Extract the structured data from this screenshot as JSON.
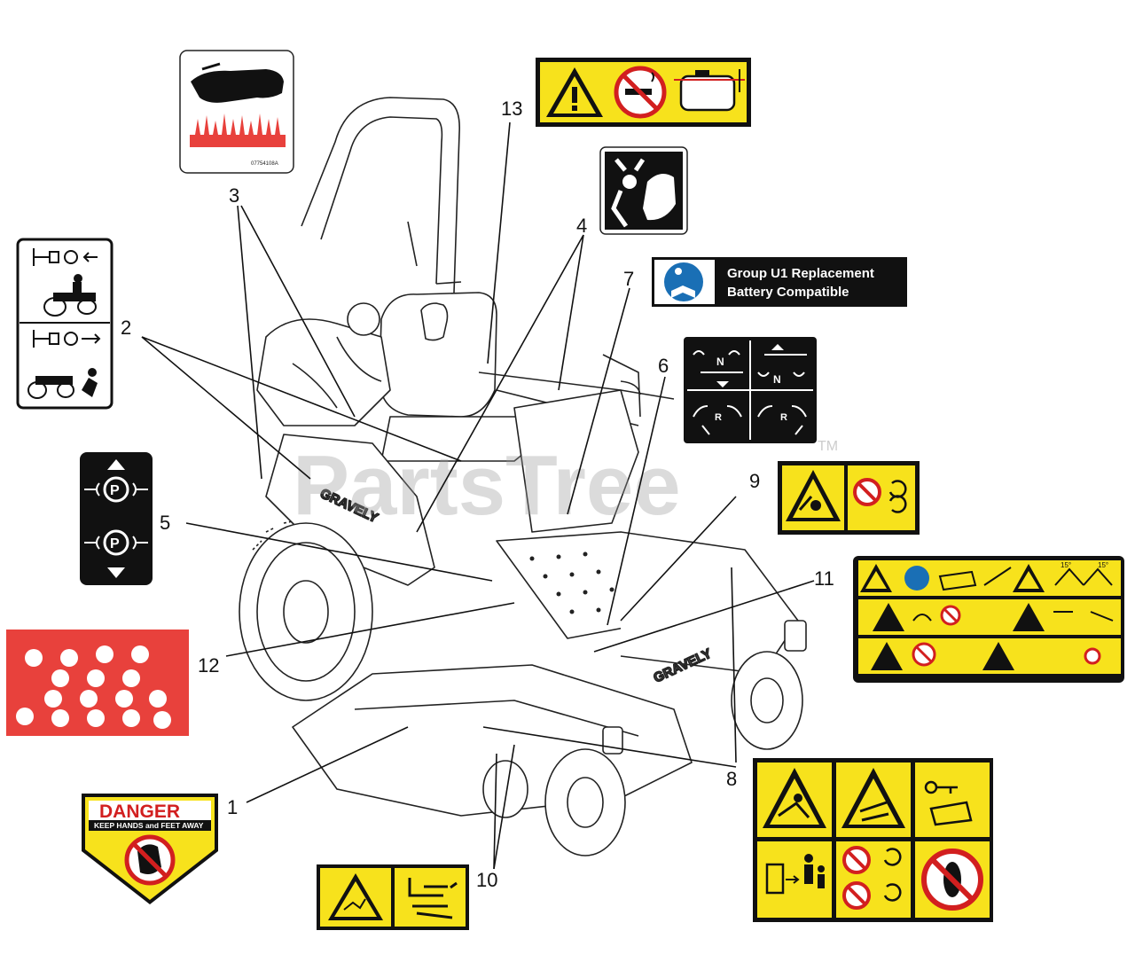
{
  "watermark": {
    "text": "PartsTree",
    "tm": "TM"
  },
  "brand_text": "GRAVELY",
  "callouts": {
    "c1": "1",
    "c2": "2",
    "c3": "3",
    "c4": "4",
    "c5": "5",
    "c6": "6",
    "c7": "7",
    "c8": "8",
    "c9": "9",
    "c10": "10",
    "c11": "11",
    "c12": "12",
    "c13": "13"
  },
  "decals": {
    "hot_surface_code": "07754108A",
    "battery_line1": "Group U1 Replacement",
    "battery_line2": "Battery Compatible",
    "danger_title": "DANGER",
    "danger_subtitle": "KEEP HANDS and FEET AWAY",
    "park_brake_symbol": "P",
    "neutral_symbol": "N",
    "reverse_symbol": "R",
    "slope_left": "15°",
    "slope_right": "15°"
  },
  "colors": {
    "decal_yellow": "#f7e21c",
    "danger_red": "#d21f1f",
    "safety_blue": "#1a6fb5",
    "label_black": "#111111",
    "chart_red": "#e8413c"
  }
}
